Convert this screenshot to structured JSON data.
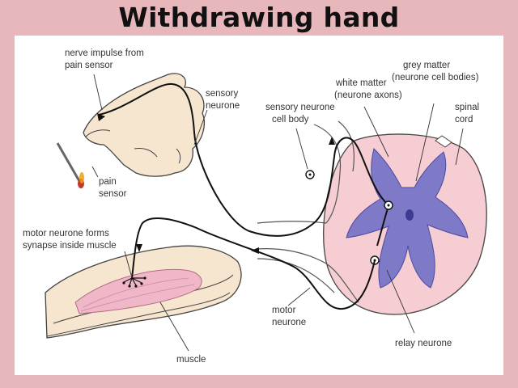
{
  "title": "Withdrawing hand",
  "labels": {
    "nerve_impulse_1": "nerve impulse from",
    "nerve_impulse_2": "pain sensor",
    "pain_sensor_1": "pain",
    "pain_sensor_2": "sensor",
    "sensory_neurone_1": "sensory",
    "sensory_neurone_2": "neurone",
    "cell_body_1": "sensory neurone",
    "cell_body_2": "cell body",
    "white_matter_1": "white matter",
    "white_matter_2": "(neurone axons)",
    "grey_matter_1": "grey matter",
    "grey_matter_2": "(neurone cell bodies)",
    "spinal_cord_1": "spinal",
    "spinal_cord_2": "cord",
    "synapse_1": "motor neurone forms",
    "synapse_2": "synapse inside muscle",
    "motor_neurone_1": "motor",
    "motor_neurone_2": "neurone",
    "muscle": "muscle",
    "relay_neurone": "relay neurone"
  },
  "colors": {
    "grey_matter": "#7e7ac8",
    "white_matter": "#f5cdd3",
    "skin": "#f7e6cf",
    "muscle": "#f0b7c8",
    "background": "#e8b7bb"
  }
}
